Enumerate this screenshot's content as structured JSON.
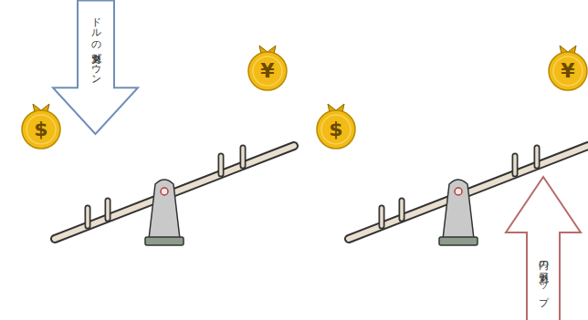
{
  "diagram": {
    "nodes": [
      {
        "text": [
          "ドルの魅力ダウン"
        ]
      },
      {
        "text": [
          "$"
        ]
      },
      {
        "text": [
          "¥"
        ]
      },
      {
        "text": [
          "$"
        ]
      },
      {
        "text": [
          "¥"
        ]
      },
      {
        "text": [
          "円の魅力アップ"
        ]
      }
    ]
  }
}
